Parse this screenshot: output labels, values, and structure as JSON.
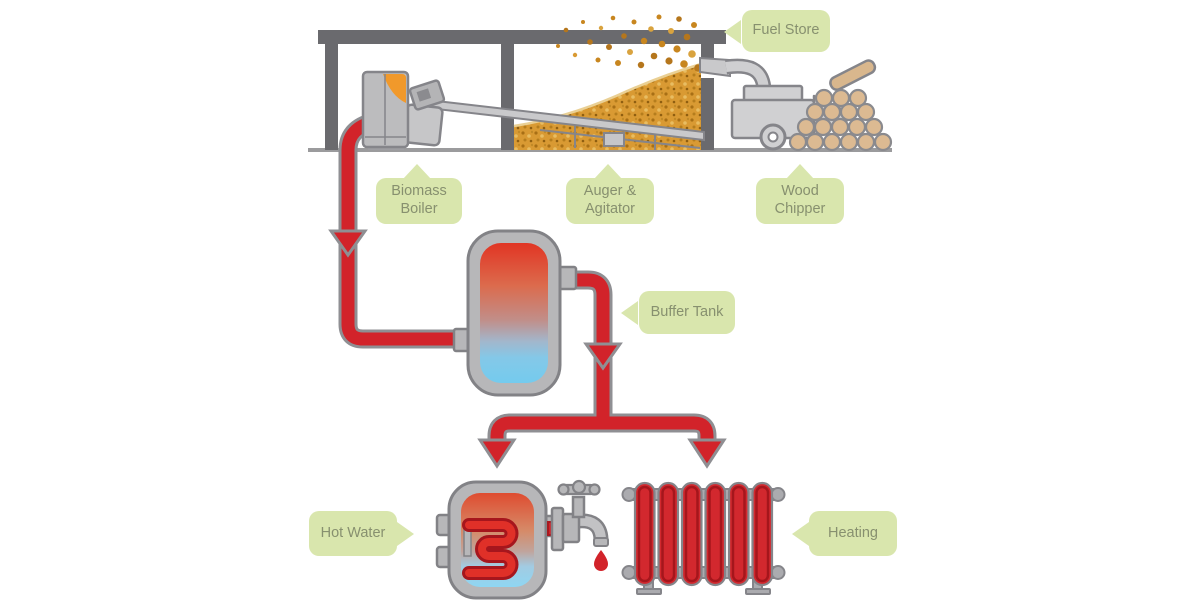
{
  "labels": {
    "fuel_store": "Fuel Store",
    "biomass_boiler": "Biomass Boiler",
    "auger_agitator": "Auger & Agitator",
    "wood_chipper": "Wood Chipper",
    "buffer_tank": "Buffer Tank",
    "hot_water": "Hot Water",
    "heating": "Heating"
  },
  "colors": {
    "label_bg": "#d9e6ad",
    "label_text": "#87906f",
    "pipe_red": "#d2232a",
    "pipe_outline": "#8f8f93",
    "structure_gray": "#6a6a6e",
    "machine_gray": "#cdcdcf",
    "machine_stroke": "#85858a",
    "wood_chips": "#d99a33",
    "log_tan": "#dcba92",
    "boiler_accent_orange": "#f1992b",
    "hot_top": "#e13524",
    "cold_bottom": "#74cbee"
  }
}
